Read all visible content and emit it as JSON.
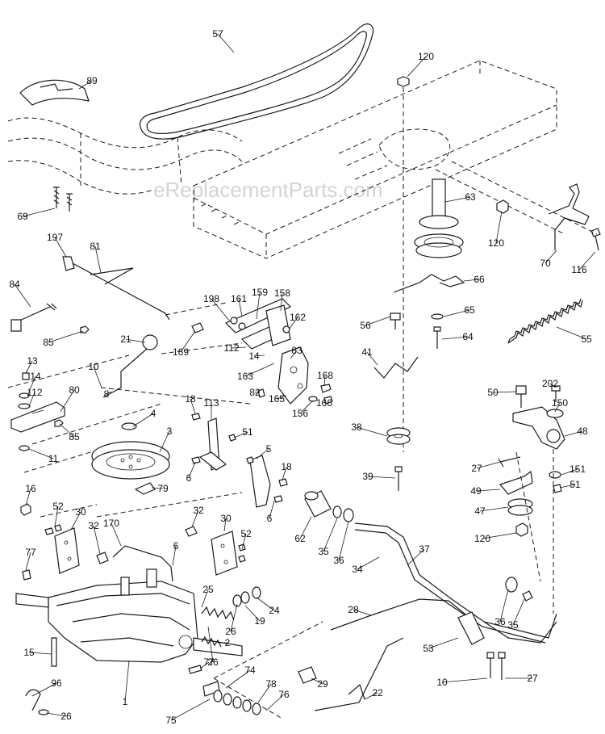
{
  "watermark": "eReplacementParts.com",
  "callouts": [
    {
      "n": "57"
    },
    {
      "n": "120"
    },
    {
      "n": "89"
    },
    {
      "n": "63"
    },
    {
      "n": "69"
    },
    {
      "n": "120"
    },
    {
      "n": "116"
    },
    {
      "n": "70"
    },
    {
      "n": "197"
    },
    {
      "n": "81"
    },
    {
      "n": "66"
    },
    {
      "n": "84"
    },
    {
      "n": "198"
    },
    {
      "n": "161"
    },
    {
      "n": "159"
    },
    {
      "n": "158"
    },
    {
      "n": "56"
    },
    {
      "n": "65"
    },
    {
      "n": "162"
    },
    {
      "n": "85"
    },
    {
      "n": "169"
    },
    {
      "n": "64"
    },
    {
      "n": "55"
    },
    {
      "n": "21"
    },
    {
      "n": "112"
    },
    {
      "n": "14"
    },
    {
      "n": "83"
    },
    {
      "n": "41"
    },
    {
      "n": "13"
    },
    {
      "n": "10"
    },
    {
      "n": "163"
    },
    {
      "n": "168"
    },
    {
      "n": "14"
    },
    {
      "n": "202"
    },
    {
      "n": "50"
    },
    {
      "n": "112"
    },
    {
      "n": "82"
    },
    {
      "n": "150"
    },
    {
      "n": "80"
    },
    {
      "n": "8"
    },
    {
      "n": "165"
    },
    {
      "n": "156"
    },
    {
      "n": "166"
    },
    {
      "n": "85"
    },
    {
      "n": "18"
    },
    {
      "n": "113"
    },
    {
      "n": "4"
    },
    {
      "n": "48"
    },
    {
      "n": "38"
    },
    {
      "n": "11"
    },
    {
      "n": "3"
    },
    {
      "n": "51"
    },
    {
      "n": "5"
    },
    {
      "n": "27"
    },
    {
      "n": "151"
    },
    {
      "n": "6"
    },
    {
      "n": "18"
    },
    {
      "n": "39"
    },
    {
      "n": "51"
    },
    {
      "n": "49"
    },
    {
      "n": "16"
    },
    {
      "n": "79"
    },
    {
      "n": "47"
    },
    {
      "n": "52"
    },
    {
      "n": "6"
    },
    {
      "n": "32"
    },
    {
      "n": "30"
    },
    {
      "n": "30"
    },
    {
      "n": "32"
    },
    {
      "n": "62"
    },
    {
      "n": "170"
    },
    {
      "n": "52"
    },
    {
      "n": "120"
    },
    {
      "n": "35"
    },
    {
      "n": "36"
    },
    {
      "n": "37"
    },
    {
      "n": "77"
    },
    {
      "n": "6"
    },
    {
      "n": "34"
    },
    {
      "n": "25"
    },
    {
      "n": "24"
    },
    {
      "n": "28"
    },
    {
      "n": "36"
    },
    {
      "n": "19"
    },
    {
      "n": "35"
    },
    {
      "n": "26"
    },
    {
      "n": "53"
    },
    {
      "n": "2"
    },
    {
      "n": "15"
    },
    {
      "n": "26"
    },
    {
      "n": "77"
    },
    {
      "n": "74"
    },
    {
      "n": "10"
    },
    {
      "n": "27"
    },
    {
      "n": "96"
    },
    {
      "n": "29"
    },
    {
      "n": "1"
    },
    {
      "n": "78"
    },
    {
      "n": "76"
    },
    {
      "n": "22"
    },
    {
      "n": "26"
    },
    {
      "n": "75"
    }
  ]
}
